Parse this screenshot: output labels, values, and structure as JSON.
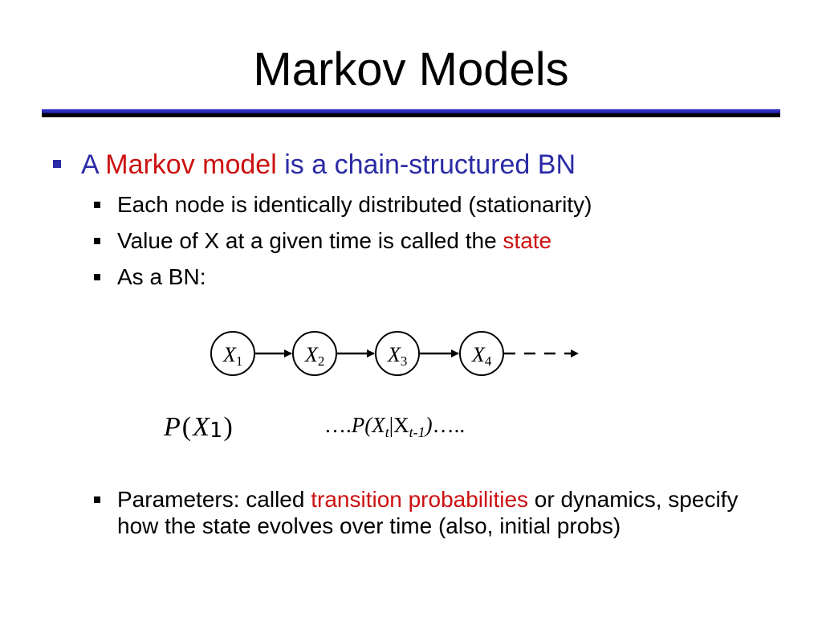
{
  "title": "Markov Models",
  "bullet1": {
    "prefix": "A ",
    "highlight": "Markov model",
    "suffix": " is a chain-structured BN"
  },
  "sub_bullets": [
    {
      "text": "Each node is identically distributed (stationarity)"
    },
    {
      "prefix": "Value of X at a given time is called the ",
      "highlight": "state"
    },
    {
      "text": "As a BN:"
    }
  ],
  "diagram": {
    "nodes": [
      {
        "var": "X",
        "sub": "1"
      },
      {
        "var": "X",
        "sub": "2"
      },
      {
        "var": "X",
        "sub": "3"
      },
      {
        "var": "X",
        "sub": "4"
      }
    ]
  },
  "formulas": {
    "initial": {
      "p": "P",
      "open": "(",
      "var": "X",
      "sub": "1",
      "close": ")"
    },
    "transition": {
      "lead": "….",
      "p_open": "P(X",
      "sub_t": "t",
      "bar_x": "|X",
      "sub_t1": "t-1",
      "close": ")",
      "tail": "….."
    }
  },
  "params_bullet": {
    "prefix": "Parameters: called ",
    "highlight": "transition probabilities",
    "suffix": " or dynamics, specify how the state evolves over time (also, initial probs)"
  },
  "colors": {
    "accent_blue": "#2b2ba6",
    "highlight_red": "#cc1111"
  }
}
